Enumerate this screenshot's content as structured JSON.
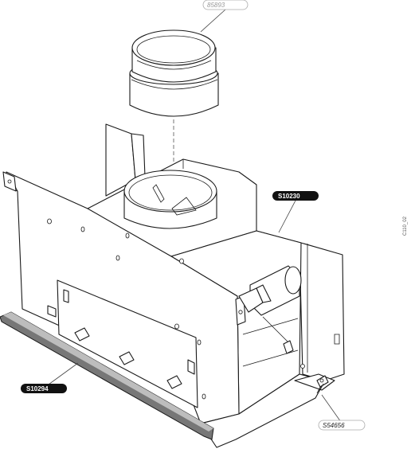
{
  "callouts": {
    "top_part": "85893",
    "right_upper": "S10230",
    "left_lower": "S10294",
    "bottom_right": "S54656"
  },
  "drawing_code": "C110_02"
}
